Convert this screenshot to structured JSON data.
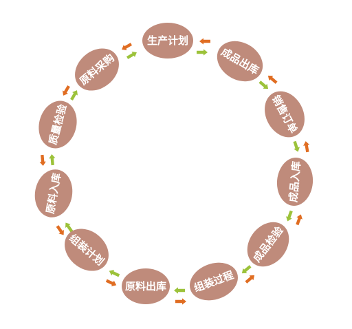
{
  "colors": {
    "node_fill": "#bf8b7b",
    "node_text": "#ffffff",
    "arrow_clockwise": "#9cc23a",
    "arrow_counterclockwise": "#e06d22",
    "background": "#ffffff"
  },
  "diagram": {
    "nodes": [
      {
        "label": "生产计划"
      },
      {
        "label": "成品出库"
      },
      {
        "label": "销售订单"
      },
      {
        "label": "成品入库"
      },
      {
        "label": "成品检验"
      },
      {
        "label": "组装过程"
      },
      {
        "label": "原料出库"
      },
      {
        "label": "组装计划"
      },
      {
        "label": "原料入库"
      },
      {
        "label": "质量检验"
      },
      {
        "label": "原料采购"
      }
    ]
  }
}
